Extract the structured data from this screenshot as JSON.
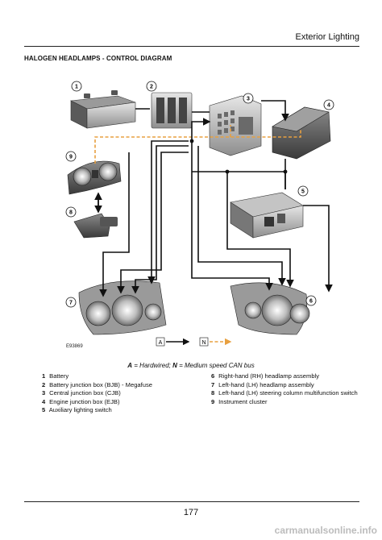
{
  "header": {
    "section": "Exterior Lighting"
  },
  "title": "HALOGEN HEADLAMPS - CONTROL DIAGRAM",
  "diagram": {
    "figure_id": "E93869",
    "callouts": [
      "1",
      "2",
      "3",
      "4",
      "5",
      "6",
      "7",
      "8",
      "9"
    ],
    "key_a": "A",
    "key_n": "N"
  },
  "caption": {
    "a_letter": "A",
    "a_text": " = Hardwired; ",
    "n_letter": "N",
    "n_text": " = Medium speed CAN bus"
  },
  "legend_left": [
    {
      "num": "1",
      "text": "Battery"
    },
    {
      "num": "2",
      "text": "Battery junction box (BJB) - Megafuse"
    },
    {
      "num": "3",
      "text": "Central junction box (CJB)"
    },
    {
      "num": "4",
      "text": "Engine junction box (EJB)"
    },
    {
      "num": "5",
      "text": "Auxiliary lighting switch"
    }
  ],
  "legend_right": [
    {
      "num": "6",
      "text": "Right-hand (RH) headlamp assembly"
    },
    {
      "num": "7",
      "text": "Left-hand (LH) headlamp assembly"
    },
    {
      "num": "8",
      "text": "Left-hand (LH) steering column multifunction switch"
    },
    {
      "num": "9",
      "text": "Instrument cluster"
    }
  ],
  "footer": {
    "page": "177",
    "watermark": "carmanualsonline.info"
  },
  "colors": {
    "hardwired": "#111111",
    "can_bus": "#e8a040"
  }
}
